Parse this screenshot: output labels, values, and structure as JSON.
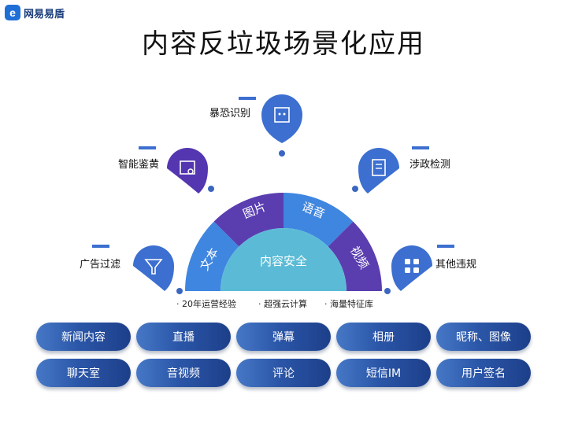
{
  "brand": {
    "name": "网易易盾"
  },
  "title": "内容反垃圾场景化应用",
  "center": "内容安全",
  "ring": [
    "文本",
    "图片",
    "语音",
    "视频"
  ],
  "categories": [
    "暴恐识别",
    "智能鉴黄",
    "涉政检测",
    "广告过滤",
    "其他违规"
  ],
  "features": [
    "· 20年运营经验",
    "· 超强云计算",
    "· 海量特征库"
  ],
  "scenes": {
    "row1": [
      "新闻内容",
      "直播",
      "弹幕",
      "相册",
      "昵称、图像"
    ],
    "row2": [
      "聊天室",
      "音视频",
      "评论",
      "短信IM",
      "用户签名"
    ]
  },
  "colors": {
    "ring_blue": "#3f86e0",
    "ring_purple": "#5a3eb0",
    "center_teal": "#5bbbd6",
    "pill_dark": "#1d3f8a"
  }
}
